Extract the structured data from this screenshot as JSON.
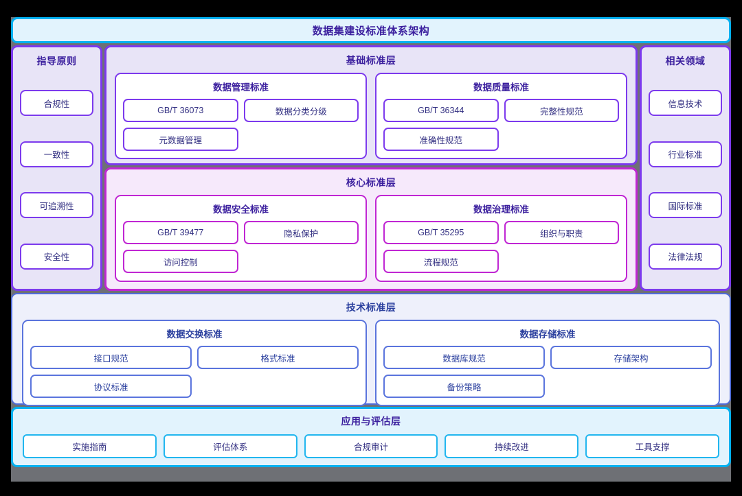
{
  "title": "数据集建设标准体系架构",
  "colors": {
    "page_background": "#000000",
    "container_background": "#6e7075",
    "cyan_accent": "#00b0f0",
    "purple_accent": "#7c3aed",
    "magenta_accent": "#c026d3",
    "indigo_accent": "#4f6bd8",
    "heading_text": "#3b1f9e",
    "body_text": "#312e81"
  },
  "left_sidebar": {
    "title": "指导原则",
    "items": [
      {
        "label": "合规性"
      },
      {
        "label": "一致性"
      },
      {
        "label": "可追溯性"
      },
      {
        "label": "安全性"
      }
    ]
  },
  "right_sidebar": {
    "title": "相关领域",
    "items": [
      {
        "label": "信息技术"
      },
      {
        "label": "行业标准"
      },
      {
        "label": "国际标准"
      },
      {
        "label": "法律法规"
      }
    ]
  },
  "basic_layer": {
    "title": "基础标准层",
    "groups": [
      {
        "title": "数据管理标准",
        "items": [
          {
            "label": "GB/T 36073"
          },
          {
            "label": "数据分类分级"
          },
          {
            "label": "元数据管理"
          }
        ]
      },
      {
        "title": "数据质量标准",
        "items": [
          {
            "label": "GB/T 36344"
          },
          {
            "label": "完整性规范"
          },
          {
            "label": "准确性规范"
          }
        ]
      }
    ]
  },
  "core_layer": {
    "title": "核心标准层",
    "groups": [
      {
        "title": "数据安全标准",
        "items": [
          {
            "label": "GB/T 39477"
          },
          {
            "label": "隐私保护"
          },
          {
            "label": "访问控制"
          }
        ]
      },
      {
        "title": "数据治理标准",
        "items": [
          {
            "label": "GB/T 35295"
          },
          {
            "label": "组织与职责"
          },
          {
            "label": "流程规范"
          }
        ]
      }
    ]
  },
  "tech_layer": {
    "title": "技术标准层",
    "groups": [
      {
        "title": "数据交换标准",
        "items": [
          {
            "label": "接口规范"
          },
          {
            "label": "格式标准"
          },
          {
            "label": "协议标准"
          }
        ]
      },
      {
        "title": "数据存储标准",
        "items": [
          {
            "label": "数据库规范"
          },
          {
            "label": "存储架构"
          },
          {
            "label": "备份策略"
          }
        ]
      }
    ]
  },
  "app_layer": {
    "title": "应用与评估层",
    "items": [
      {
        "label": "实施指南"
      },
      {
        "label": "评估体系"
      },
      {
        "label": "合规审计"
      },
      {
        "label": "持续改进"
      },
      {
        "label": "工具支撑"
      }
    ]
  }
}
